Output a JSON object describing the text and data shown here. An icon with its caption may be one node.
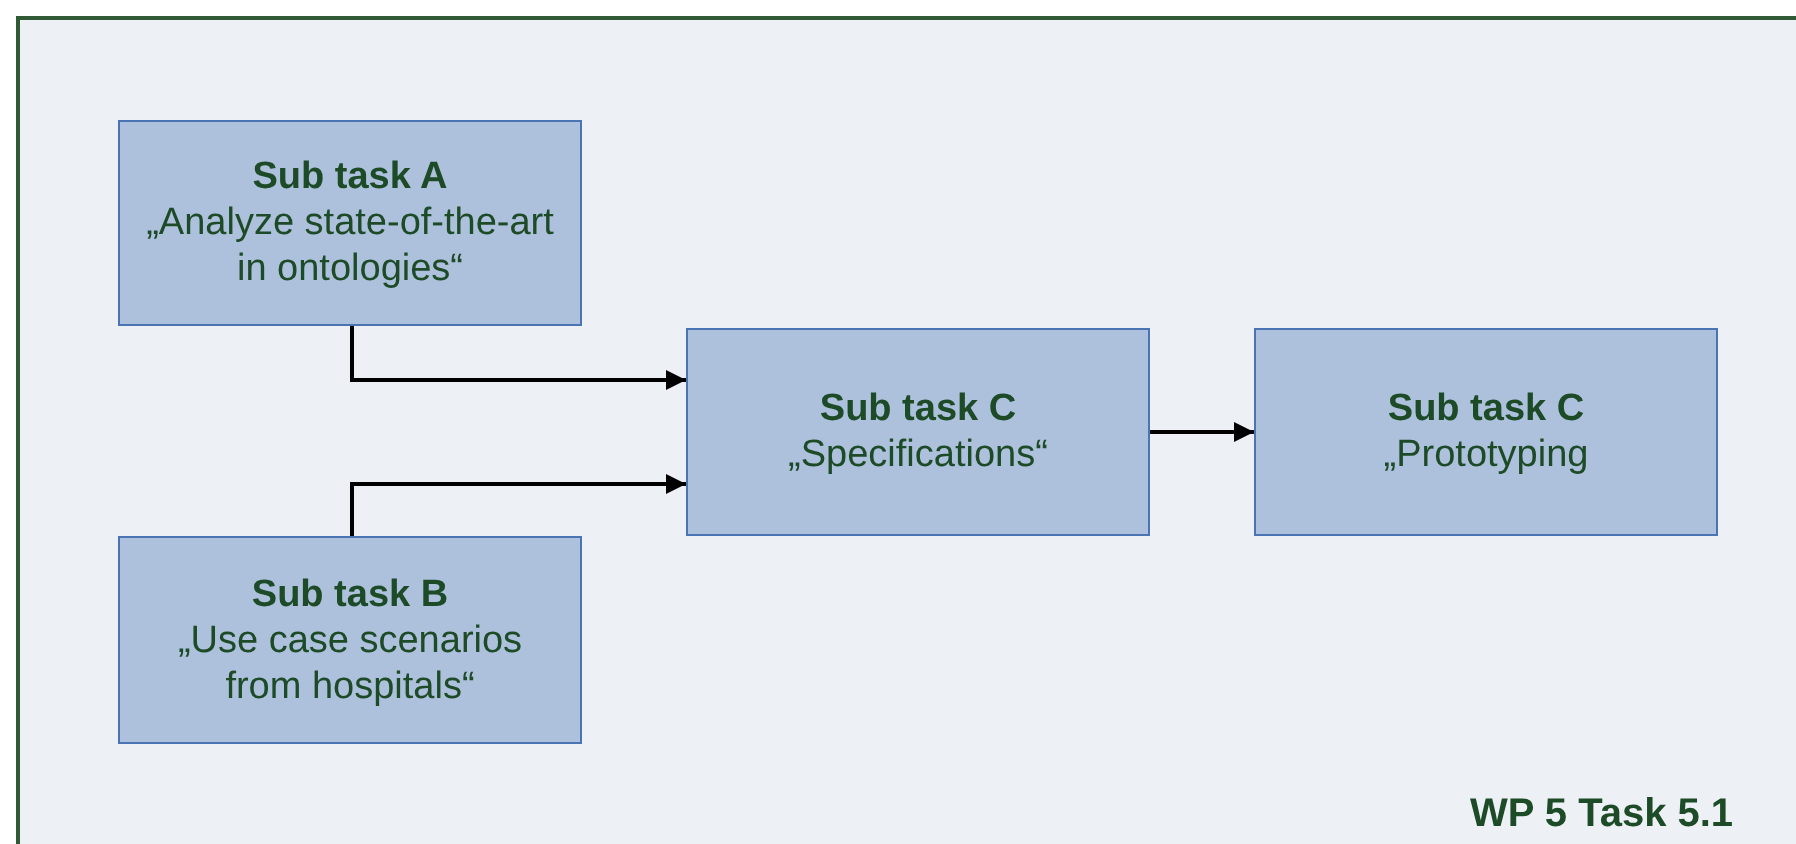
{
  "diagram": {
    "nodes": [
      {
        "text": [
          "Sub task A",
          "„Analyze state-of-the-art in ontologies“"
        ]
      },
      {
        "text": [
          "Sub task B",
          "„Use case scenarios from hospitals“"
        ]
      },
      {
        "text": [
          "Sub task C",
          "„Specifications“"
        ]
      },
      {
        "text": [
          "Sub task C",
          "„Prototyping"
        ]
      }
    ],
    "edges": [
      {
        "from": 0,
        "to": 2,
        "arrow": "to"
      },
      {
        "from": 1,
        "to": 2,
        "arrow": "to"
      },
      {
        "from": 2,
        "to": 3,
        "arrow": "to"
      }
    ],
    "labels": [
      "WP 5 Task 5.1"
    ]
  }
}
